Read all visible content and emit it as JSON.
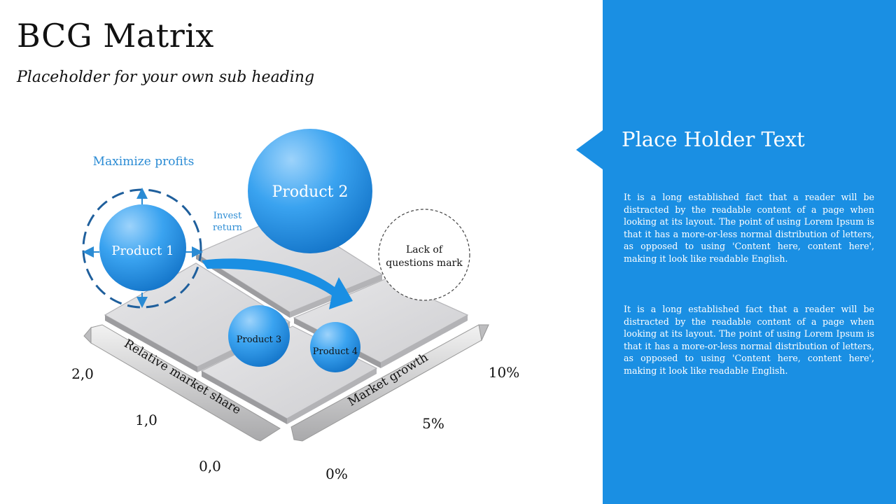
{
  "header": {
    "title": "BCG Matrix",
    "subtitle": "Placeholder for your own sub heading"
  },
  "panel": {
    "title": "Place Holder Text",
    "paragraphs": [
      "It is a long established fact that a reader will be distracted by the readable content of a page when looking at its layout. The point of using Lorem Ipsum is that it has a more-or-less normal distribution of letters, as opposed to using 'Content here, content here', making it look like readable English.",
      "It is a long established fact that a reader will be distracted by the readable content of a page when looking at its layout. The point of using Lorem Ipsum is that it has a more-or-less normal distribution of letters, as opposed to using 'Content here, content here', making it look like readable English."
    ]
  },
  "diagram": {
    "products": [
      "Product 1",
      "Product 2",
      "Product 3",
      "Product 4"
    ],
    "maximize_label": "Maximize profits",
    "invest_label_line1": "Invest",
    "invest_label_line2": "return",
    "question_line1": "Lack of",
    "question_line2": "questions mark",
    "axis_left_label": "Relative market share",
    "axis_right_label": "Market growth",
    "left_ticks": [
      "2,0",
      "1,0",
      "0,0"
    ],
    "right_ticks": [
      "10%",
      "5%",
      "0%"
    ]
  },
  "colors": {
    "accent": "#1a8fe3",
    "label_blue": "#2a8bd4",
    "tile": "#d2d2d4"
  }
}
